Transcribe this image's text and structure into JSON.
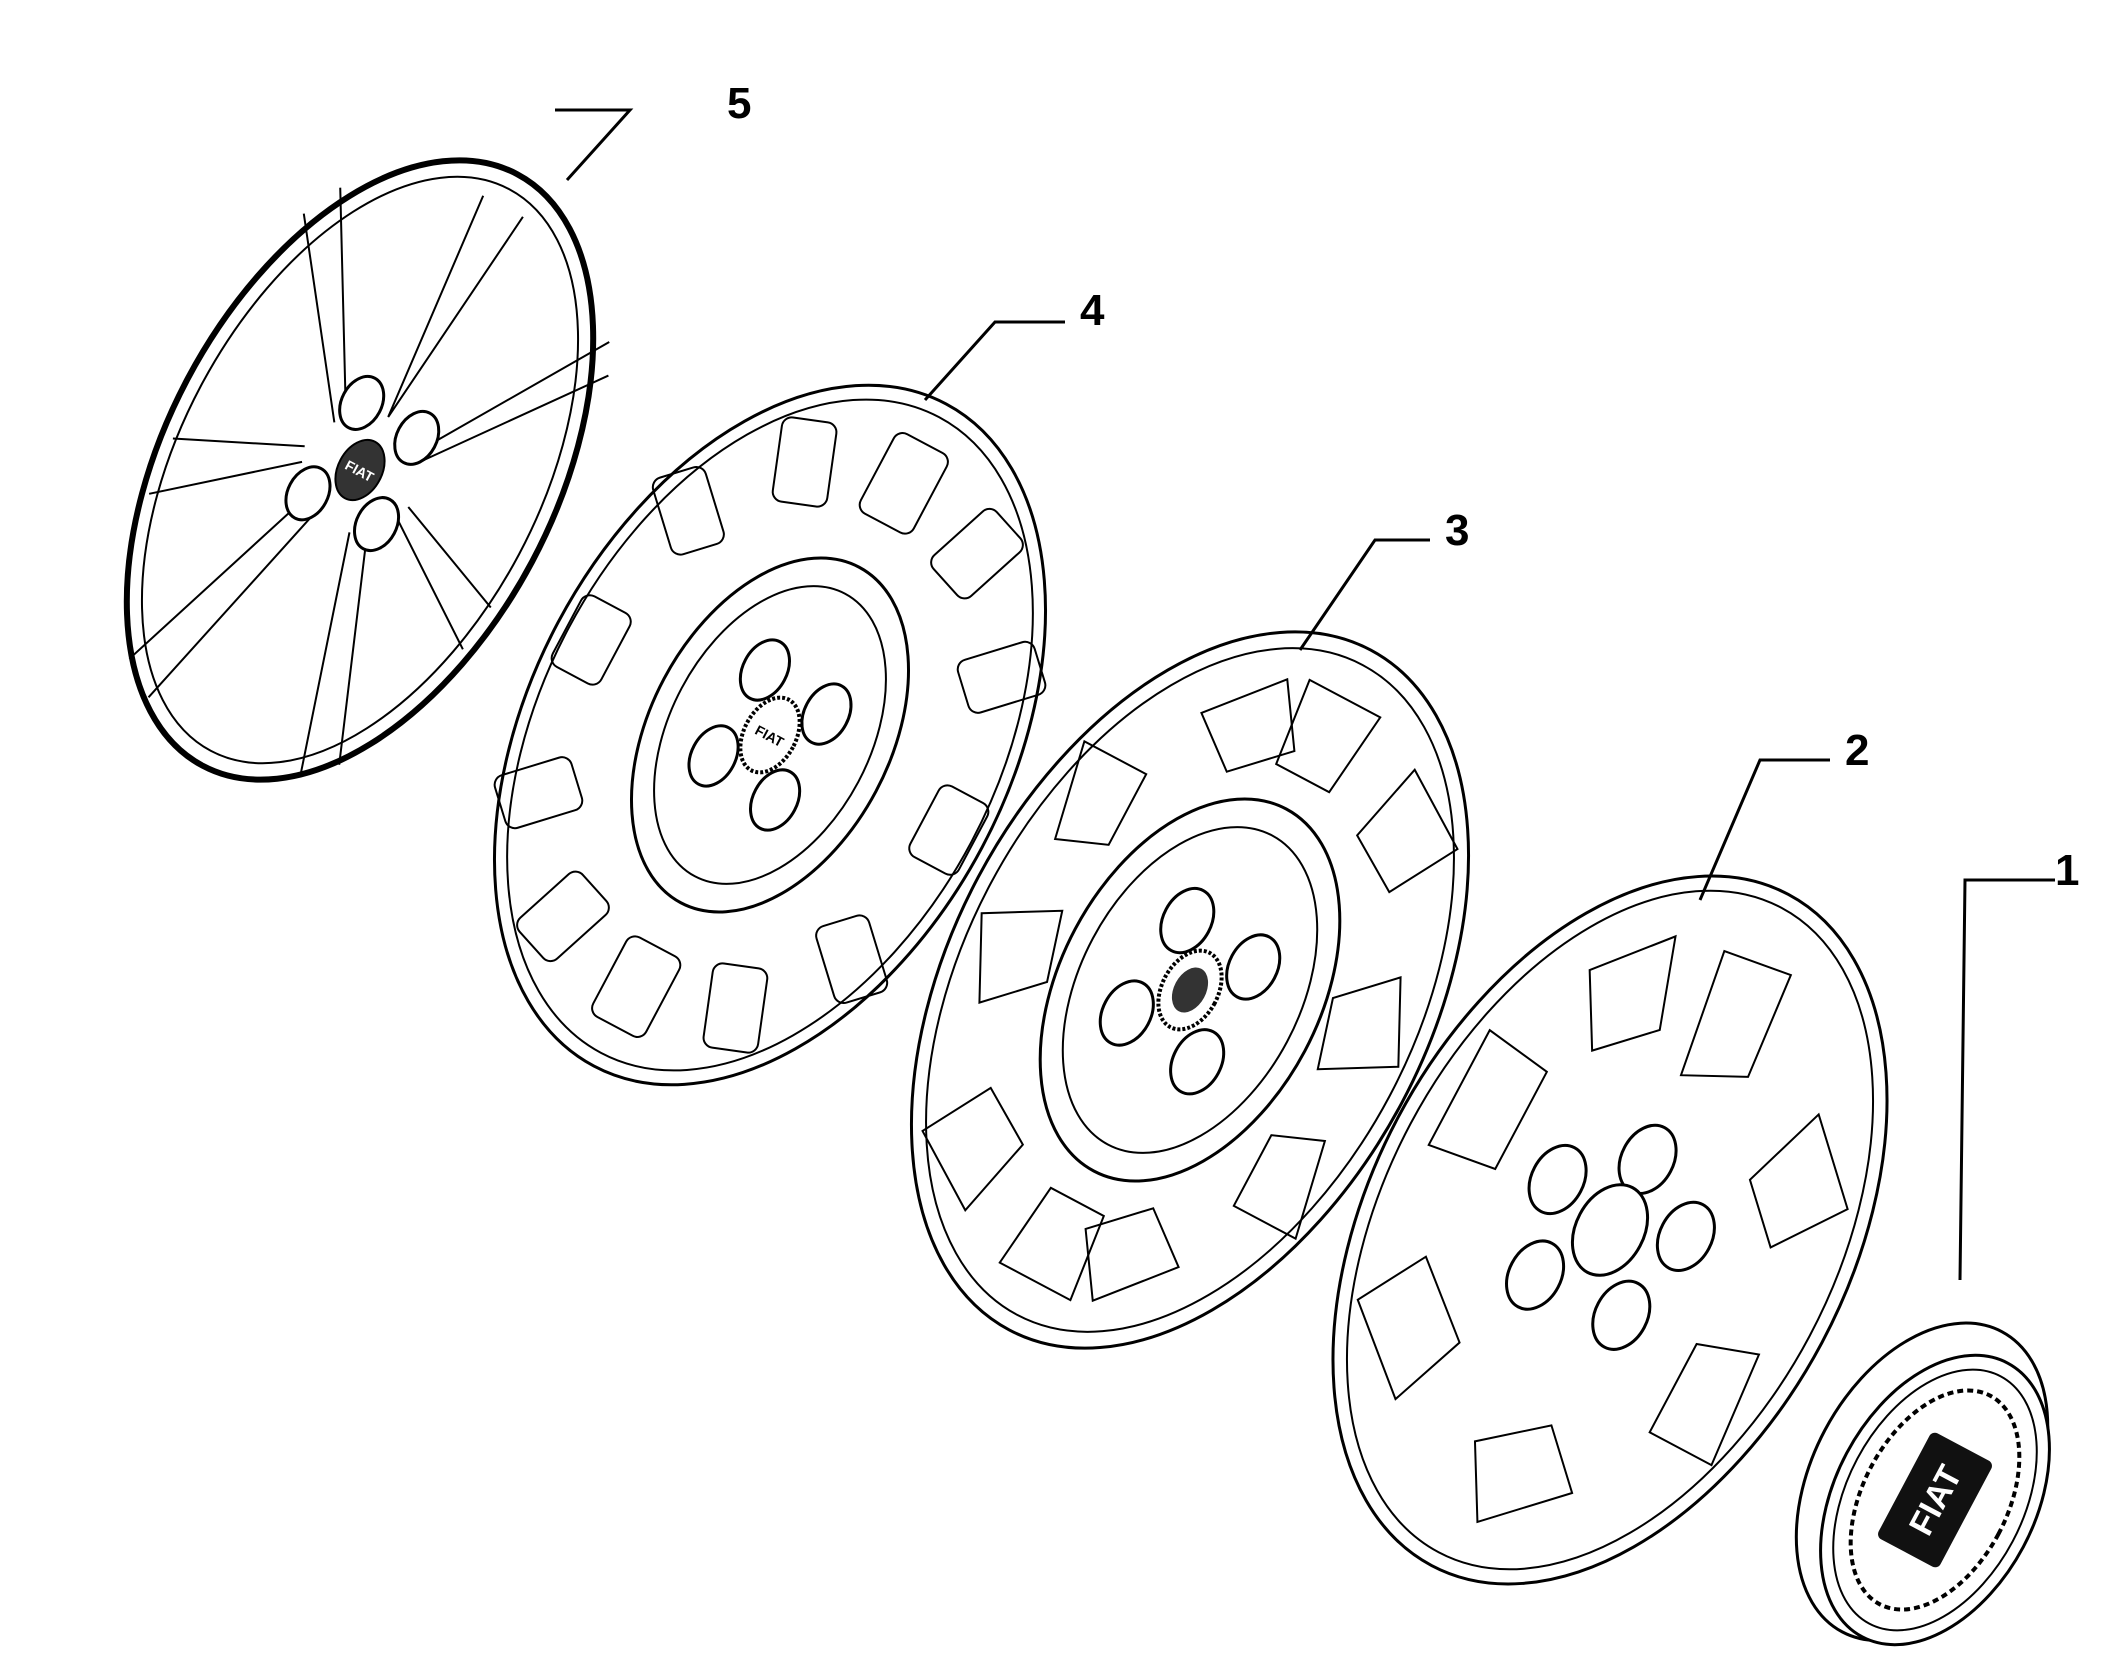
{
  "parts": [
    {
      "id": "hubcap-5",
      "label": "5"
    },
    {
      "id": "hubcap-4",
      "label": "4"
    },
    {
      "id": "hubcap-3",
      "label": "3"
    },
    {
      "id": "hubcap-2",
      "label": "2"
    },
    {
      "id": "center-cap-1",
      "label": "1"
    }
  ],
  "badge": {
    "brand": "FIAT"
  },
  "colors": {
    "line": "#000000",
    "background": "#ffffff"
  }
}
